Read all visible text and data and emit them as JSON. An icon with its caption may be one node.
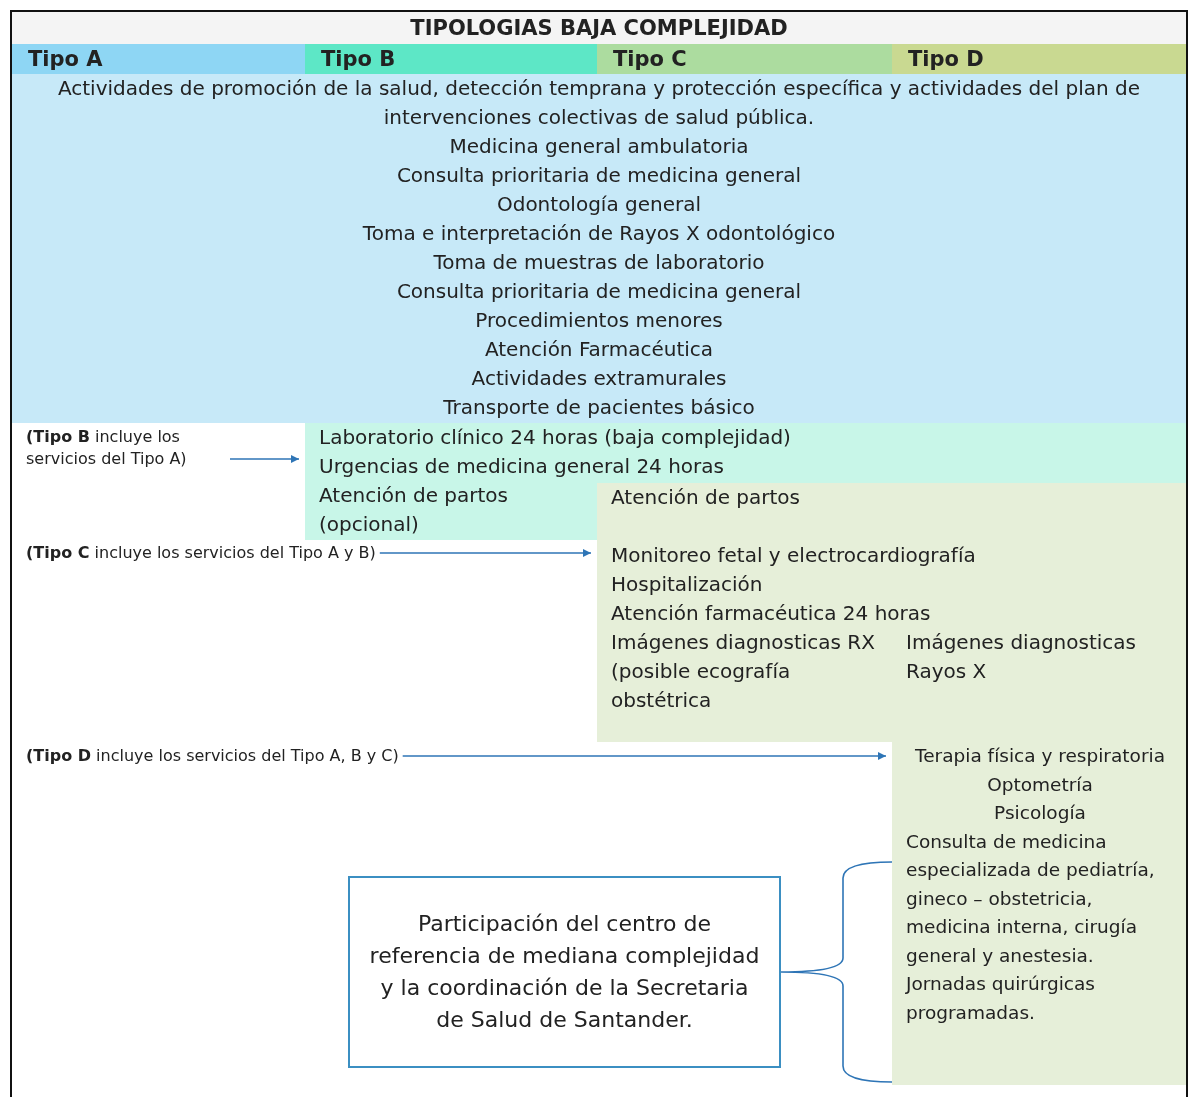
{
  "diagram": {
    "title": "TIPOLOGIAS BAJA COMPLEJIDAD",
    "nodes": [
      {
        "text": [
          "Tipo A"
        ]
      },
      {
        "text": [
          "Tipo B"
        ]
      },
      {
        "text": [
          "Tipo C"
        ]
      },
      {
        "text": [
          "Tipo D"
        ]
      },
      {
        "text": [
          "Actividades de promoción de la salud, detección temprana y protección específica y actividades del plan de intervenciones colectivas de salud pública.",
          "Medicina general ambulatoria",
          "Consulta prioritaria de medicina general",
          "Odontología general",
          "Toma e interpretación de Rayos X odontológico",
          "Toma de muestras de laboratorio",
          "Consulta prioritaria de medicina general",
          "Procedimientos menores",
          "Atención Farmacéutica",
          "Actividades extramurales",
          "Transporte de pacientes básico"
        ]
      },
      {
        "text": [
          "**(Tipo B** incluye los servicios del Tipo A)"
        ]
      },
      {
        "text": [
          "Laboratorio clínico 24 horas (baja complejidad)",
          "Urgencias de medicina general 24 horas",
          "Atención de partos (opcional)"
        ]
      },
      {
        "text": [
          "**(Tipo C** incluye los servicios del Tipo A y B)"
        ]
      },
      {
        "text": [
          "Atención de partos",
          "Monitoreo fetal y electrocardiografía",
          "Hospitalización",
          "Atención farmacéutica 24 horas",
          "Imágenes diagnosticas RX (posible ecografía obstétrica",
          "Imágenes diagnosticas Rayos X"
        ]
      },
      {
        "text": [
          "**(Tipo D** incluye los servicios del Tipo A, B y C)"
        ]
      },
      {
        "text": [
          "Terapia física y respiratoria",
          "Optometría",
          "Psicología",
          "Consulta de medicina especializada de pediatría, gineco – obstetricia, medicina interna, cirugía general y anestesia.",
          "Jornadas quirúrgicas programadas."
        ]
      },
      {
        "text": [
          "Participación del centro de referencia de mediana complejidad y la coordinación de la Secretaria de Salud de Santander."
        ]
      }
    ],
    "edges": [
      {
        "from": 5,
        "to": 6,
        "arrow": "to"
      },
      {
        "from": 7,
        "to": 8,
        "arrow": "to"
      },
      {
        "from": 9,
        "to": 10,
        "arrow": "to"
      },
      {
        "from": 11,
        "to": 10,
        "arrow": "none"
      }
    ]
  }
}
